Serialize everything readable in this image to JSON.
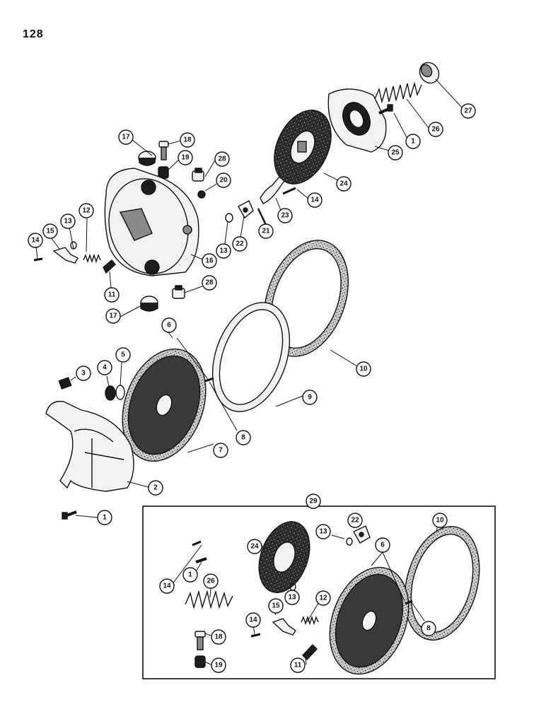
{
  "page": {
    "number": "128"
  },
  "callouts": {
    "c1a": "1",
    "c1b": "1",
    "c1c": "1",
    "c2": "2",
    "c3": "3",
    "c4": "4",
    "c5": "5",
    "c6a": "6",
    "c6b": "6",
    "c7": "7",
    "c8a": "8",
    "c8b": "8",
    "c9": "9",
    "c10a": "10",
    "c10b": "10",
    "c11a": "11",
    "c11b": "11",
    "c12a": "12",
    "c12b": "12",
    "c13a": "13",
    "c13b": "13",
    "c13c": "13",
    "c13d": "13",
    "c14a": "14",
    "c14b": "14",
    "c14c": "14",
    "c14d": "14",
    "c15a": "15",
    "c15b": "15",
    "c16": "16",
    "c17a": "17",
    "c17b": "17",
    "c18a": "18",
    "c18b": "18",
    "c19a": "19",
    "c19b": "19",
    "c20": "20",
    "c21": "21",
    "c22a": "22",
    "c22b": "22",
    "c23": "23",
    "c24a": "24",
    "c24b": "24",
    "c25": "25",
    "c26a": "26",
    "c26b": "26",
    "c27": "27",
    "c28a": "28",
    "c28b": "28",
    "c29": "29"
  }
}
